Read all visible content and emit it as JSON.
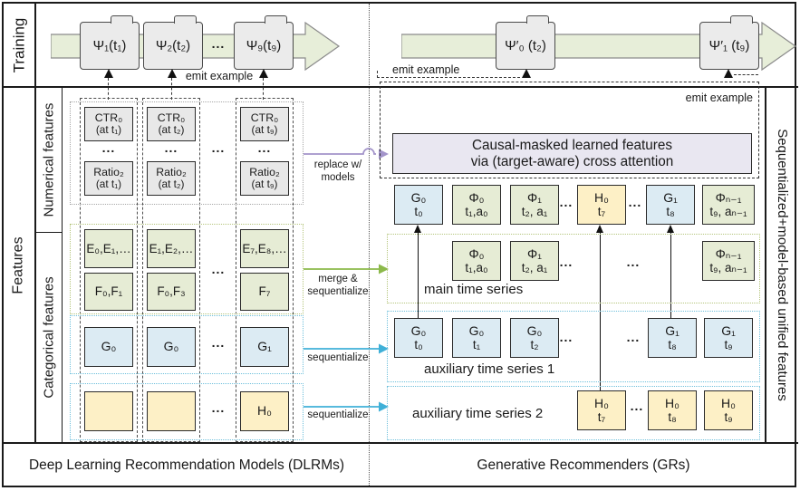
{
  "ellipsis": "...",
  "colors": {
    "flow_band": "#e7eed9",
    "model_box": "#ebebeb",
    "numerical_box": "#e8e8e8",
    "categorical_ef_box": "#e6ecd5",
    "categorical_g_box": "#dcebf3",
    "categorical_h_box": "#fdf0c6",
    "attention_box": "#e9e7f1",
    "replace_arrow": "#a394ca",
    "merge_arrow": "#8cb94a",
    "sequentialize_arrow": "#3fb0d8",
    "green_band_border": "#b5c57c",
    "blue_band_border": "#6fc0dc"
  },
  "training": {
    "row_label": "Training",
    "dlrm_models": [
      {
        "label": "Ψ₁(t₁)"
      },
      {
        "label": "Ψ₂(t₂)"
      },
      {
        "label": "Ψ₉(t₉)"
      }
    ],
    "gr_models": [
      {
        "label": "Ψ′₀ (t₂)"
      },
      {
        "label": "Ψ′₁ (t₉)"
      }
    ],
    "emit_dlrm": "emit example",
    "emit_gr_left": "emit example",
    "emit_gr_right": "emit example"
  },
  "left_labels": {
    "features": "Features",
    "numerical": "Numerical features",
    "categorical": "Categorical features"
  },
  "right_label": "Sequentialized+model-based unified features",
  "dlrm": {
    "numerical_columns": [
      {
        "top1": "CTR₀",
        "top2": "(at t₁)",
        "bottom1": "Ratio₂",
        "bottom2": "(at t₁)"
      },
      {
        "top1": "CTR₀",
        "top2": "(at t₂)",
        "bottom1": "Ratio₂",
        "bottom2": "(at t₂)"
      },
      {
        "top1": "CTR₀",
        "top2": "(at t₉)",
        "bottom1": "Ratio₂",
        "bottom2": "(at t₉)"
      }
    ],
    "ef_columns": [
      {
        "e": "E₀,E₁,…",
        "f": "F₀,F₁"
      },
      {
        "e": "E₁,E₂,…",
        "f": "F₀,F₃"
      },
      {
        "e": "E₇,E₈,…",
        "f": "F₇"
      }
    ],
    "g_columns": [
      "G₀",
      "G₀",
      "G₁"
    ],
    "h_columns": [
      "",
      "",
      "H₀"
    ],
    "footer": "Deep Learning Recommendation Models (DLRMs)"
  },
  "transitions": {
    "replace_l1": "replace w/",
    "replace_l2": "models",
    "merge_l1": "merge &",
    "merge_l2": "sequentialize",
    "seq1": "sequentialize",
    "seq2": "sequentialize"
  },
  "gr": {
    "attention_line1": "Causal-masked learned features",
    "attention_line2": "via (target-aware) cross attention",
    "tokens": [
      {
        "top": "G₀",
        "bottom": "t₀"
      },
      {
        "top": "Φ₀",
        "bottom": "t₁,a₀"
      },
      {
        "top": "Φ₁",
        "bottom": "t₂, a₁"
      },
      {
        "top": "H₀",
        "bottom": "t₇"
      },
      {
        "top": "G₁",
        "bottom": "t₈"
      },
      {
        "top": "Φₙ₋₁",
        "bottom": "t₉, aₙ₋₁"
      }
    ],
    "main_series": {
      "label": "main time series",
      "boxes": [
        {
          "top": "Φ₀",
          "bottom": "t₁,a₀"
        },
        {
          "top": "Φ₁",
          "bottom": "t₂, a₁"
        },
        {
          "top": "Φₙ₋₁",
          "bottom": "t₉, aₙ₋₁"
        }
      ]
    },
    "aux1": {
      "label": "auxiliary time series 1",
      "boxes": [
        {
          "top": "G₀",
          "bottom": "t₀"
        },
        {
          "top": "G₀",
          "bottom": "t₁"
        },
        {
          "top": "G₀",
          "bottom": "t₂"
        },
        {
          "top": "G₁",
          "bottom": "t₈"
        },
        {
          "top": "G₁",
          "bottom": "t₉"
        }
      ]
    },
    "aux2": {
      "label": "auxiliary time series 2",
      "boxes": [
        {
          "top": "H₀",
          "bottom": "t₇"
        },
        {
          "top": "H₀",
          "bottom": "t₈"
        },
        {
          "top": "H₀",
          "bottom": "t₉"
        }
      ]
    },
    "footer": "Generative Recommenders (GRs)"
  }
}
